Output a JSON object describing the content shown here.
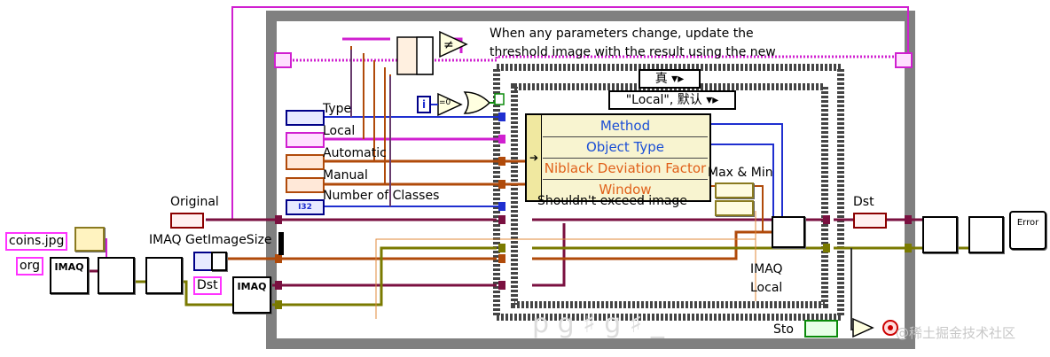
{
  "constants": {
    "file_name": "coins.jpg",
    "org_label": "org",
    "dst_label": "Dst"
  },
  "labels": {
    "original": "Original",
    "get_image_size": "IMAQ GetImageSize",
    "dst": "Dst",
    "max_min": "Max & Min",
    "imaq_local_line1": "IMAQ",
    "imaq_local_line2": "Local",
    "comment_line1": "When any parameters change, update the",
    "comment_line2": "threshold image with the result using the new",
    "shouldnt_exceed": "Shouldn't exceed image",
    "stop_fragment": "Sto"
  },
  "controls": [
    {
      "name": "control-type",
      "label": "Type"
    },
    {
      "name": "control-local",
      "label": "Local"
    },
    {
      "name": "control-automatic",
      "label": "Automatic"
    },
    {
      "name": "control-manual",
      "label": "Manual"
    },
    {
      "name": "control-number-of-classes",
      "label": "Number of Classes"
    }
  ],
  "property_node": {
    "rows": [
      {
        "label": "Method",
        "color": "#1b4fd6"
      },
      {
        "label": "Object Type",
        "color": "#1b4fd6"
      },
      {
        "label": "Niblack Deviation Factor",
        "color": "#e0601a"
      },
      {
        "label": "Window",
        "color": "#e0601a"
      }
    ]
  },
  "case_structures": {
    "outer_selector": "真",
    "inner_selector": "\"Local\", 默认"
  },
  "terminals": {
    "eq_zero": "=0",
    "i32": "I32",
    "i_term": "i",
    "error_text": "Error"
  },
  "watermark": "@稀土掘金技术社区",
  "colors": {
    "pink_wire": "#d020d0",
    "blue_wire": "#1f2fd0",
    "orange_wire": "#b04a0a",
    "ref_wire": "#7a1040",
    "error_wire": "#7a7a00",
    "structure_gray": "#808080"
  }
}
